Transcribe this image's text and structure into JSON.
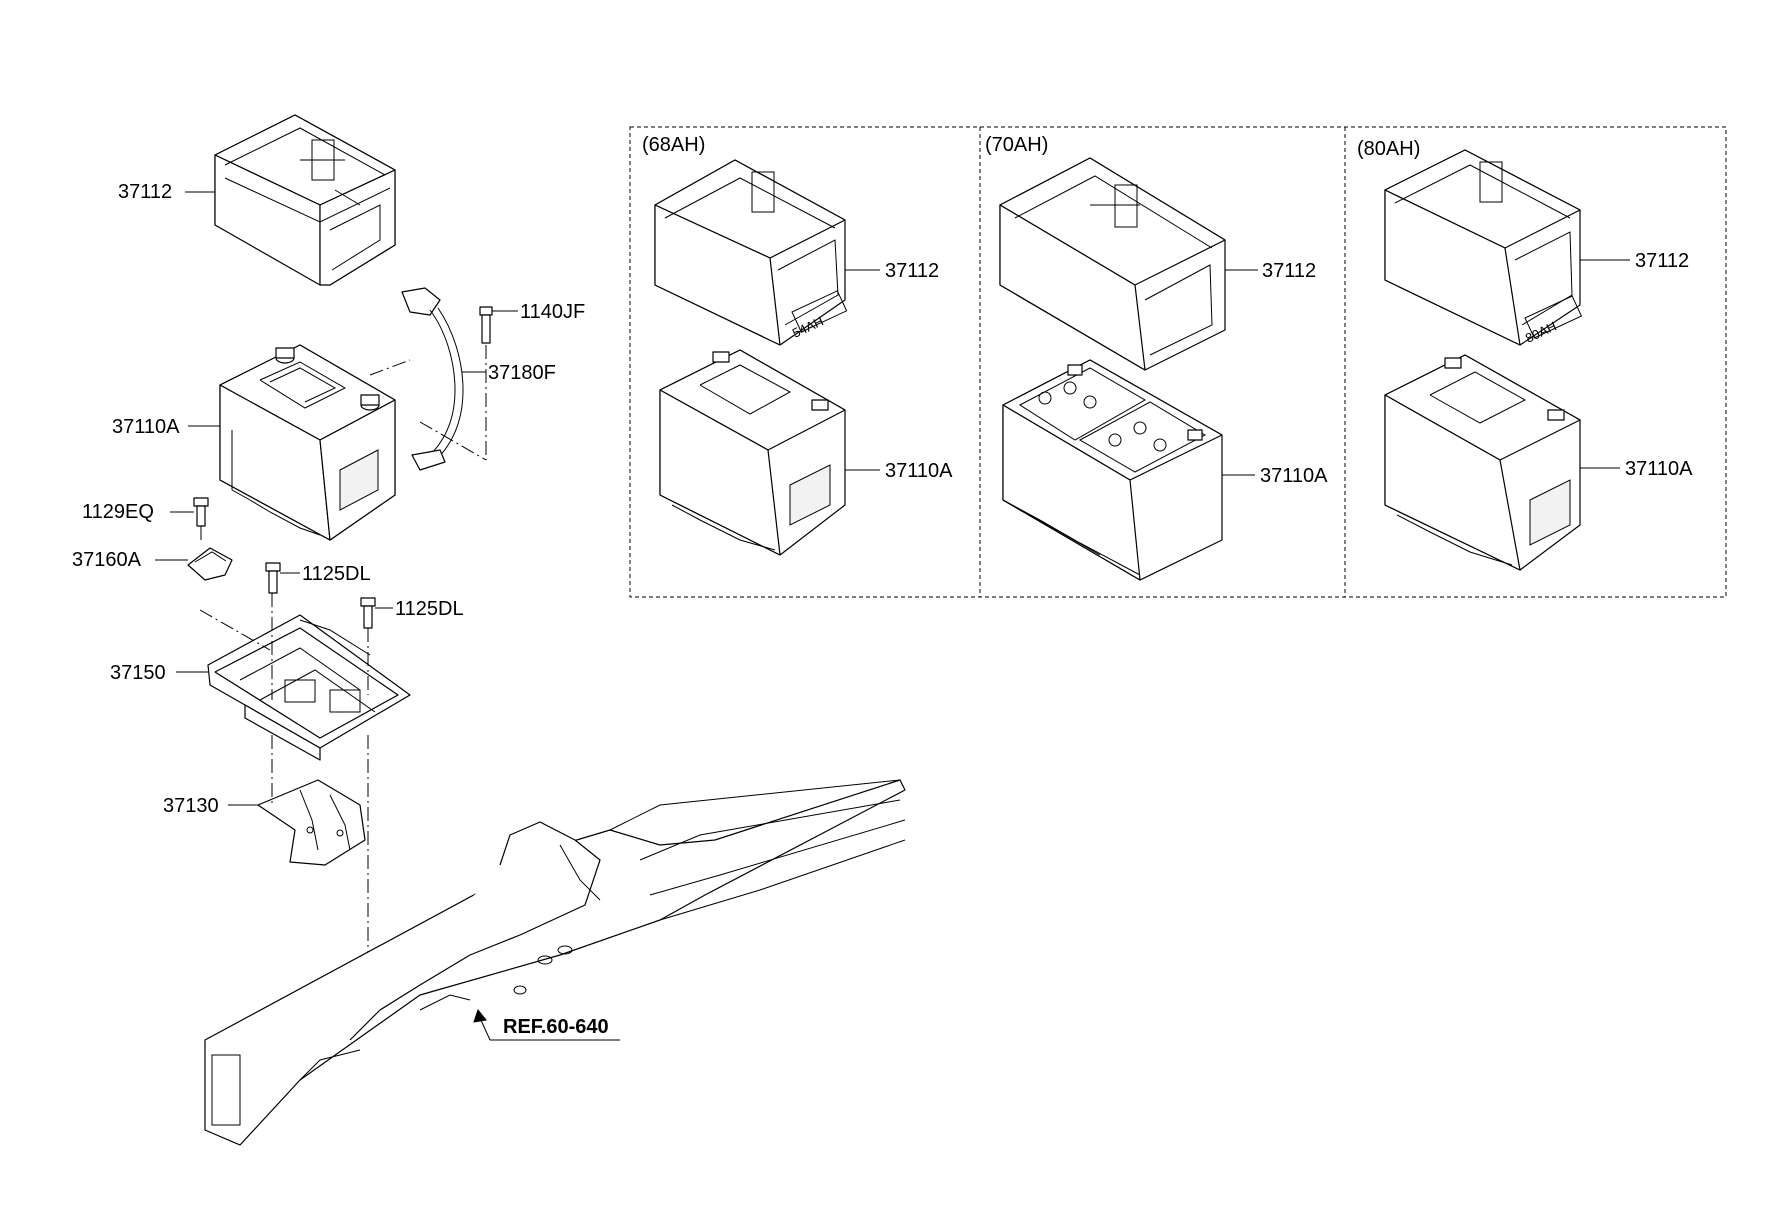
{
  "parts": {
    "tray_top": "37112",
    "battery": "37110A",
    "cable": "37180F",
    "bolt_cable": "1140JF",
    "bolt_eq": "1129EQ",
    "clamp": "37160A",
    "bolt_dl_1": "1125DL",
    "bolt_dl_2": "1125DL",
    "tray": "37150",
    "bracket": "37130"
  },
  "reference": "REF.60-640",
  "variants": [
    {
      "title": "(68AH)",
      "cover_label": "37112",
      "battery_label": "37110A",
      "cover_marking": "54AH"
    },
    {
      "title": "(70AH)",
      "cover_label": "37112",
      "battery_label": "37110A"
    },
    {
      "title": "(80AH)",
      "cover_label": "37112",
      "battery_label": "37110A",
      "cover_marking": "80AH"
    }
  ]
}
